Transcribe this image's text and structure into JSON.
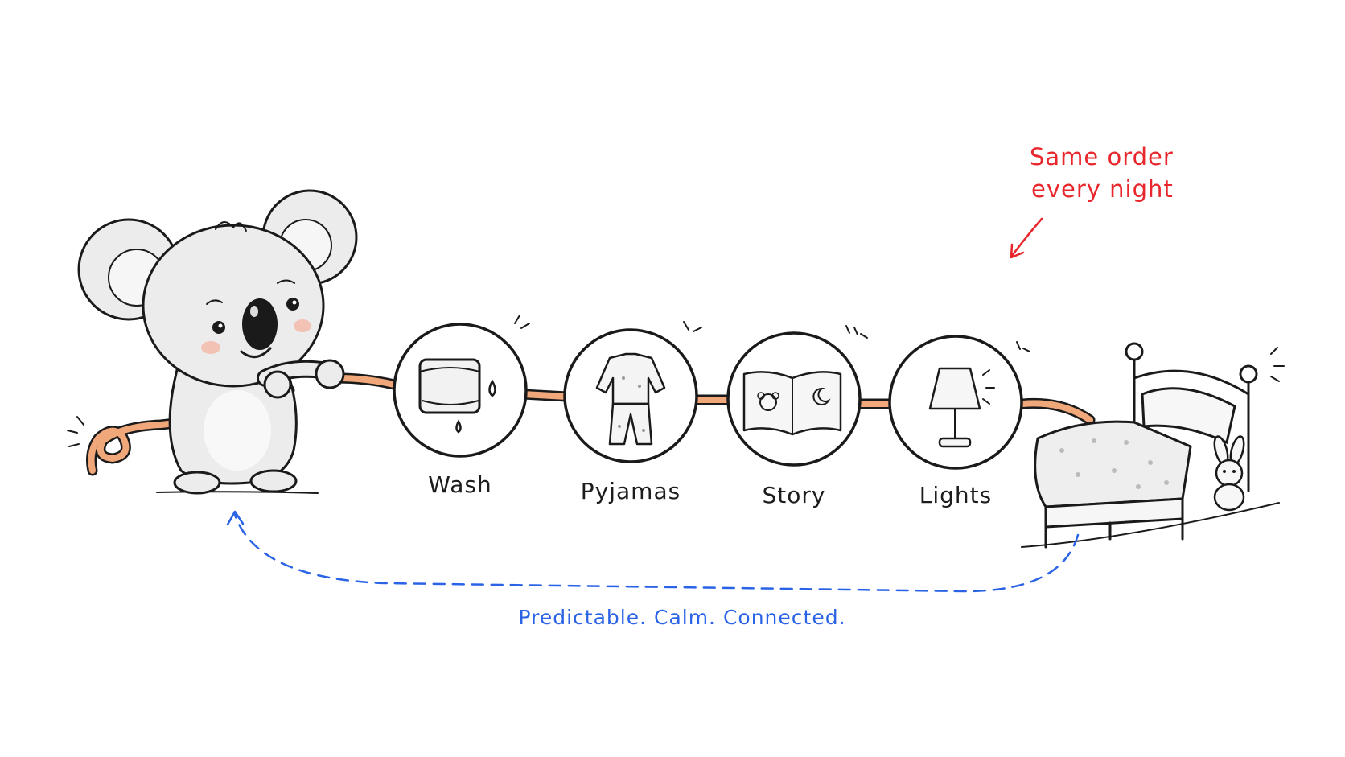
{
  "steps": [
    {
      "label": "Wash",
      "icon": "towel-icon"
    },
    {
      "label": "Pyjamas",
      "icon": "pyjamas-icon"
    },
    {
      "label": "Story",
      "icon": "open-book-icon"
    },
    {
      "label": "Lights",
      "icon": "lamp-icon"
    }
  ],
  "annotation": {
    "line1": "Same order",
    "line2": "every night",
    "color": "#e8262b"
  },
  "cycle": {
    "caption": "Predictable. Calm. Connected.",
    "color": "#2a63e6"
  },
  "colors": {
    "rope": "#f0a77a",
    "ink": "#1a1a1a",
    "fur": "#ececec"
  }
}
